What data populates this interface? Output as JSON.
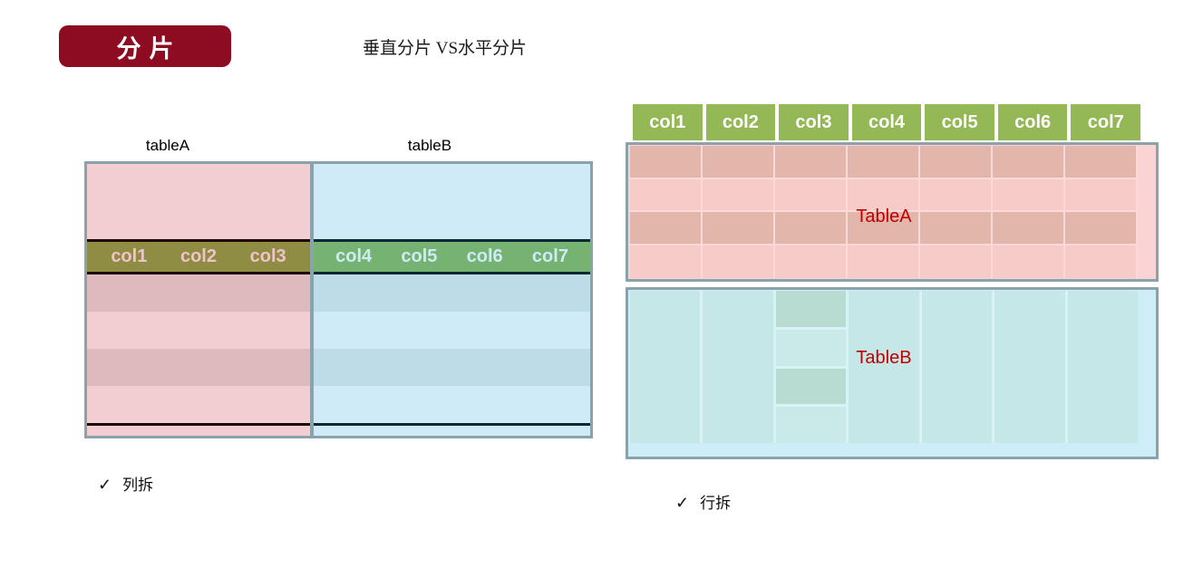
{
  "header": {
    "badge_label": "分片",
    "title": "垂直分片 VS水平分片"
  },
  "vertical_sharding": {
    "table_a_label": "tableA",
    "table_b_label": "tableB",
    "table_a_columns": [
      "col1",
      "col2",
      "col3"
    ],
    "table_b_columns": [
      "col4",
      "col5",
      "col6",
      "col7"
    ],
    "caption_check": "✓",
    "caption": "列拆"
  },
  "horizontal_sharding": {
    "columns": [
      "col1",
      "col2",
      "col3",
      "col4",
      "col5",
      "col6",
      "col7"
    ],
    "table_a_label": "TableA",
    "table_b_label": "TableB",
    "caption_check": "✓",
    "caption": "行拆"
  },
  "colors": {
    "badge_background": "#8e0c22",
    "diagram_border": "#8aa2aa",
    "tablea_pink_light": "#f2ced3",
    "tablea_pink_dark": "#deb9bd",
    "tablea_header_olive": "#8f8d44",
    "tableb_blue_light": "#d0ebf8",
    "tableb_blue_dark": "#bedce8",
    "tableb_header_green": "#76b372",
    "right_header_green": "#93b855",
    "right_tablea_background": "#fcd3d5",
    "right_tableb_background": "#cdeef6",
    "table_label_red": "#c00000"
  }
}
